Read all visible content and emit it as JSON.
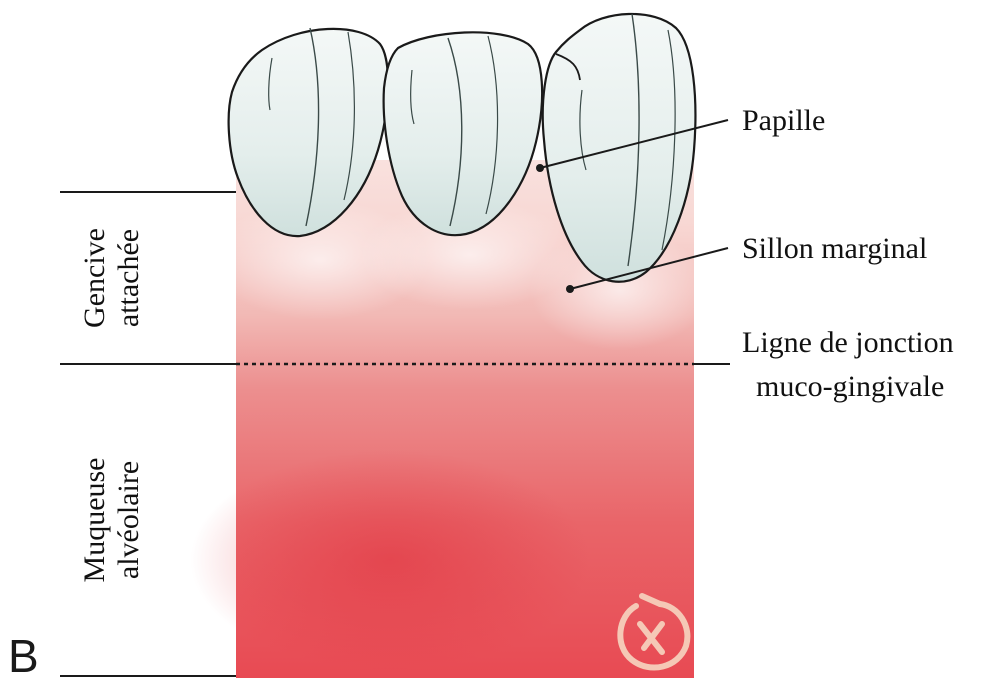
{
  "panel_letter": "B",
  "labels": {
    "papille": "Papille",
    "sillon_marginal": "Sillon marginal",
    "ligne_jonction_1": "Ligne de jonction",
    "ligne_jonction_2": "muco-gingivale"
  },
  "side_labels": {
    "gencive_1": "Gencive",
    "gencive_2": "attachée",
    "muqueuse_1": "Muqueuse",
    "muqueuse_2": "alvéolaire"
  },
  "colors": {
    "tooth_fill": "#e6efed",
    "tooth_outline": "#1a1a1a",
    "gum_light": "#f6d3d0",
    "gum_mid": "#ee9a98",
    "mucosa": "#e9515a",
    "logo": "#f5c8b6"
  },
  "icons": {
    "logo": "dental-watermark-logo"
  }
}
